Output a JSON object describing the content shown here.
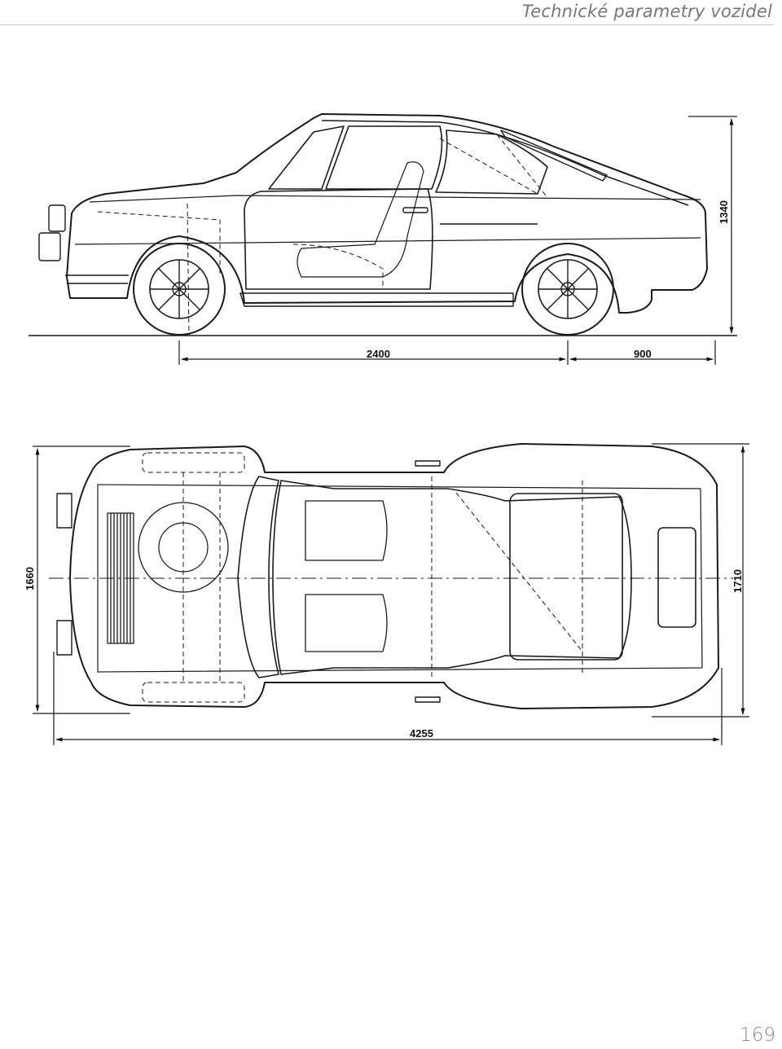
{
  "header": {
    "title": "Technické parametry vozidel"
  },
  "page_number": "169",
  "side_view": {
    "dimensions": {
      "wheelbase": "2400",
      "rear_overhang": "900",
      "height": "1340"
    }
  },
  "top_view": {
    "dimensions": {
      "front_track": "1660",
      "rear_track": "1710",
      "length": "4255"
    }
  },
  "colors": {
    "ink": "#1a1a1a",
    "header_text": "#777777",
    "page_number": "#888888"
  }
}
